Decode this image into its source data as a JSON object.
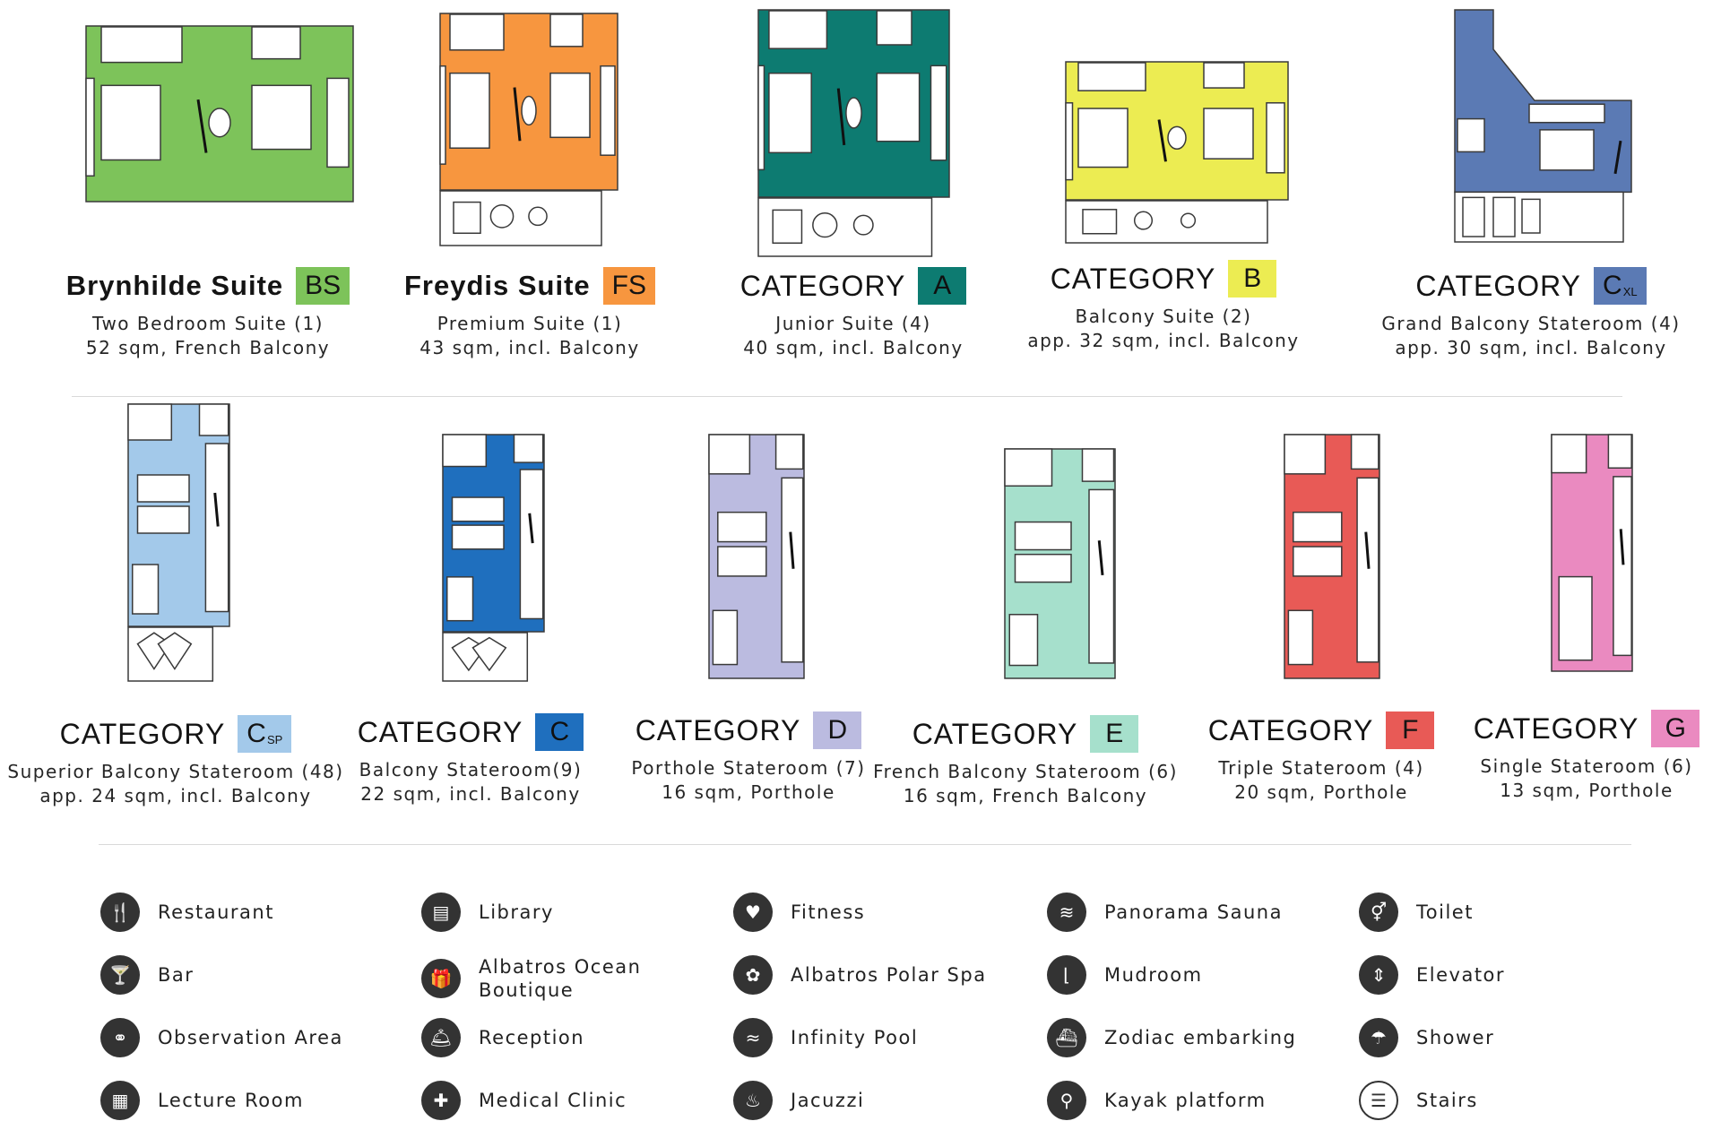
{
  "cabins": [
    {
      "id": "bs",
      "name": "Brynhilde Suite",
      "code": "BS",
      "sub": "",
      "desc1": "Two Bedroom Suite (1)",
      "desc2": "52 sqm, French Balcony",
      "color": "#7dc35a"
    },
    {
      "id": "fs",
      "name": "Freydis Suite",
      "code": "FS",
      "sub": "",
      "desc1": "Premium Suite (1)",
      "desc2": "43 sqm, incl. Balcony",
      "color": "#f7963f"
    },
    {
      "id": "a",
      "name": "CATEGORY",
      "code": "A",
      "sub": "",
      "desc1": "Junior Suite (4)",
      "desc2": "40 sqm, incl. Balcony",
      "color": "#0d7b71"
    },
    {
      "id": "b",
      "name": "CATEGORY",
      "code": "B",
      "sub": "",
      "desc1": "Balcony Suite (2)",
      "desc2": "app. 32 sqm, incl. Balcony",
      "color": "#ecec52"
    },
    {
      "id": "cxl",
      "name": "CATEGORY",
      "code": "C",
      "sub": "XL",
      "desc1": "Grand Balcony Stateroom (4)",
      "desc2": "app. 30 sqm, incl. Balcony",
      "color": "#5b7ab4"
    },
    {
      "id": "csp",
      "name": "CATEGORY",
      "code": "C",
      "sub": "SP",
      "desc1": "Superior Balcony Stateroom (48)",
      "desc2": "app. 24 sqm, incl. Balcony",
      "color": "#a3c9ea"
    },
    {
      "id": "c",
      "name": "CATEGORY",
      "code": "C",
      "sub": "",
      "desc1": "Balcony Stateroom(9)",
      "desc2": "22 sqm, incl. Balcony",
      "color": "#1f6fbe"
    },
    {
      "id": "d",
      "name": "CATEGORY",
      "code": "D",
      "sub": "",
      "desc1": "Porthole Stateroom (7)",
      "desc2": "16 sqm, Porthole",
      "color": "#bbbbe0"
    },
    {
      "id": "e",
      "name": "CATEGORY",
      "code": "E",
      "sub": "",
      "desc1": "French Balcony Stateroom (6)",
      "desc2": "16 sqm, French Balcony",
      "color": "#a6e0cc"
    },
    {
      "id": "f",
      "name": "CATEGORY",
      "code": "F",
      "sub": "",
      "desc1": "Triple Stateroom (4)",
      "desc2": "20 sqm, Porthole",
      "color": "#e85a56"
    },
    {
      "id": "g",
      "name": "CATEGORY",
      "code": "G",
      "sub": "",
      "desc1": "Single Stateroom (6)",
      "desc2": "13 sqm, Porthole",
      "color": "#ea8ac0"
    }
  ],
  "legend": [
    {
      "label": "Restaurant",
      "icon": "restaurant-icon",
      "glyph": "🍴"
    },
    {
      "label": "Library",
      "icon": "library-icon",
      "glyph": "▤"
    },
    {
      "label": "Fitness",
      "icon": "fitness-icon",
      "glyph": "♥"
    },
    {
      "label": "Panorama Sauna",
      "icon": "sauna-icon",
      "glyph": "≋"
    },
    {
      "label": "Toilet",
      "icon": "toilet-icon",
      "glyph": "⚥"
    },
    {
      "label": "Bar",
      "icon": "bar-icon",
      "glyph": "🍸"
    },
    {
      "label": "Albatros Ocean\nBoutique",
      "icon": "boutique-icon",
      "glyph": "🎁"
    },
    {
      "label": "Albatros Polar Spa",
      "icon": "spa-icon",
      "glyph": "✿"
    },
    {
      "label": "Mudroom",
      "icon": "mudroom-icon",
      "glyph": "⌊"
    },
    {
      "label": "Elevator",
      "icon": "elevator-icon",
      "glyph": "⇕"
    },
    {
      "label": "Observation Area",
      "icon": "observation-icon",
      "glyph": "⚭"
    },
    {
      "label": "Reception",
      "icon": "reception-icon",
      "glyph": "🛎"
    },
    {
      "label": "Infinity Pool",
      "icon": "pool-icon",
      "glyph": "≈"
    },
    {
      "label": "Zodiac embarking",
      "icon": "zodiac-icon",
      "glyph": "⛴"
    },
    {
      "label": "Shower",
      "icon": "shower-icon",
      "glyph": "☂"
    },
    {
      "label": "Lecture Room",
      "icon": "lecture-room-icon",
      "glyph": "▦"
    },
    {
      "label": "Medical Clinic",
      "icon": "medical-icon",
      "glyph": "✚"
    },
    {
      "label": "Jacuzzi",
      "icon": "jacuzzi-icon",
      "glyph": "♨"
    },
    {
      "label": "Kayak platform",
      "icon": "kayak-icon",
      "glyph": "⚲"
    },
    {
      "label": "Stairs",
      "icon": "stairs-icon",
      "glyph": "☰"
    }
  ]
}
